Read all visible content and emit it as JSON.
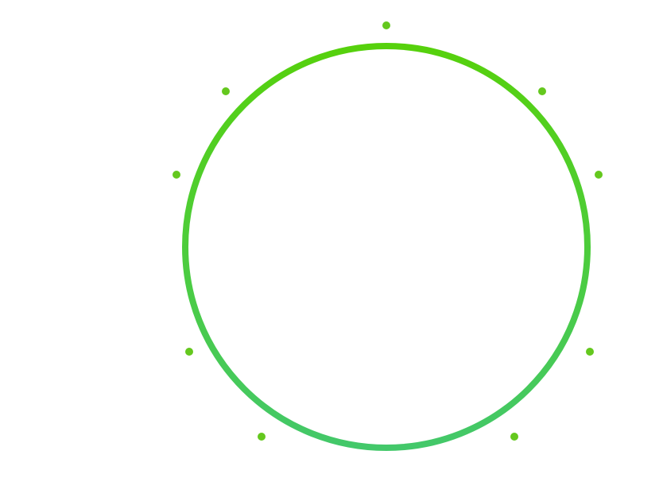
{
  "colors": {
    "background": "#ffffff",
    "ring_gradient_top": "#56d10c",
    "ring_gradient_bottom": "#43c86a",
    "dot": "#64c81e"
  },
  "ring": {
    "icon": "green-gradient-ring"
  },
  "dots": {
    "count": 9,
    "icon": "green-dot"
  }
}
